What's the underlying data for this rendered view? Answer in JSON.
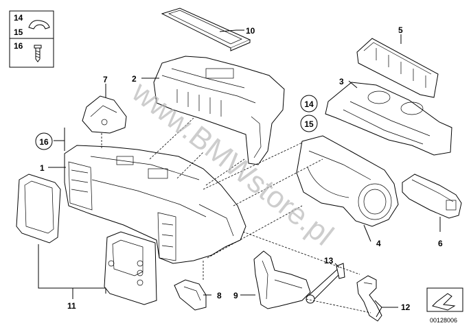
{
  "diagram": {
    "watermark": "www.BMWstore.pl",
    "catalog_code": "00128006",
    "legend": {
      "labels": [
        "14",
        "15",
        "16"
      ]
    },
    "callouts": {
      "c1": "1",
      "c2": "2",
      "c3": "3",
      "c4": "4",
      "c5": "5",
      "c6": "6",
      "c7": "7",
      "c8": "8",
      "c9": "9",
      "c10": "10",
      "c11": "11",
      "c12": "12",
      "c13": "13",
      "circled14": "14",
      "circled15": "15",
      "circled16": "16"
    }
  }
}
